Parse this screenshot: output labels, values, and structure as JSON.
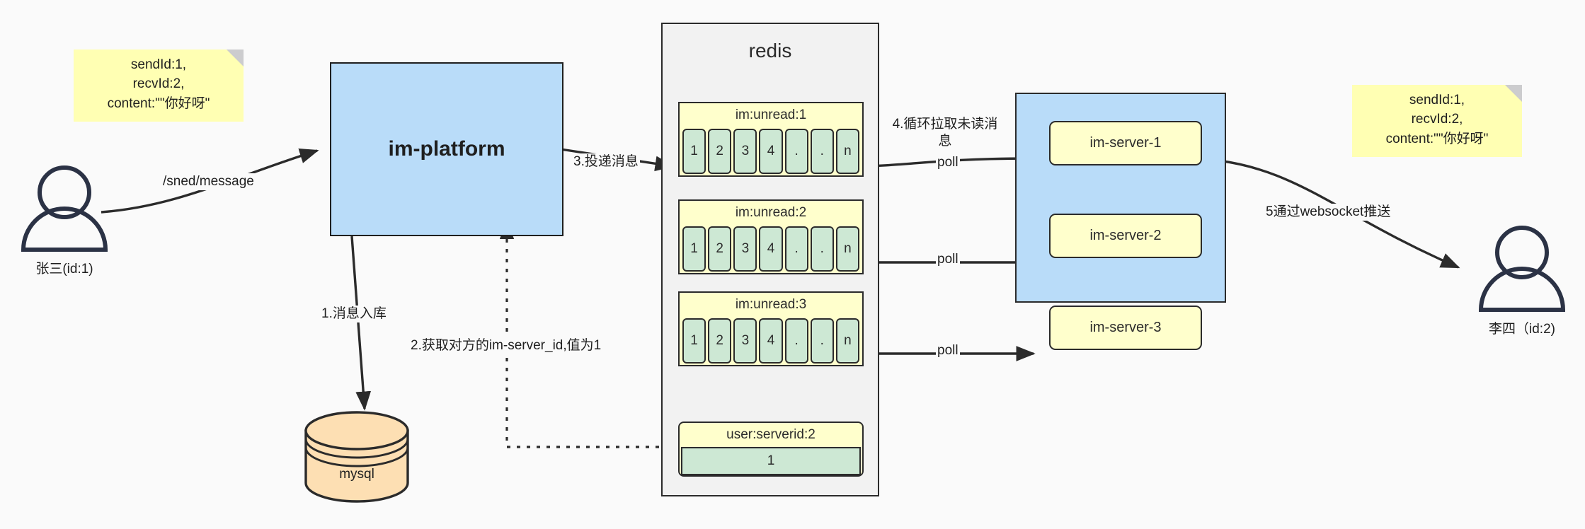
{
  "diagram": {
    "title": "IM message delivery architecture",
    "colors": {
      "background": "#fafafa",
      "note_yellow": "#ffffb3",
      "box_blue": "#b9dcf9",
      "cell_green": "#cde8d4",
      "key_yellow": "#ffffcc",
      "db_orange": "#fddfb3",
      "stroke": "#2b2b2b"
    },
    "notes": {
      "left": "sendId:1,\nrecvId:2,\ncontent:\"\"你好呀\"",
      "right": "sendId:1,\nrecvId:2,\ncontent:\"\"你好呀\""
    },
    "actors": {
      "sender": "张三(id:1)",
      "receiver": "李四（id:2)"
    },
    "nodes": {
      "platform": "im-platform",
      "database": "mysql",
      "redis_title": "redis"
    },
    "redis_keys": [
      {
        "key": "im:unread:1",
        "cells": [
          "1",
          "2",
          "3",
          "4",
          ".",
          ".",
          "n"
        ]
      },
      {
        "key": "im:unread:2",
        "cells": [
          "1",
          "2",
          "3",
          "4",
          ".",
          ".",
          "n"
        ]
      },
      {
        "key": "im:unread:3",
        "cells": [
          "1",
          "2",
          "3",
          "4",
          ".",
          ".",
          "n"
        ]
      }
    ],
    "serverid_key": {
      "key": "user:serverid:2",
      "value": "1"
    },
    "servers": [
      "im-server-1",
      "im-server-2",
      "im-server-3"
    ],
    "edge_labels": {
      "send_message": "/sned/message",
      "step1": "1.消息入库",
      "step2": "2.获取对方的im-server_id,值为1",
      "step3": "3.投递消息",
      "step4": "4.循环拉取未读消\n息",
      "poll1": "poll",
      "poll2": "poll",
      "poll3": "poll",
      "step5": "5通过websocket推送"
    }
  }
}
